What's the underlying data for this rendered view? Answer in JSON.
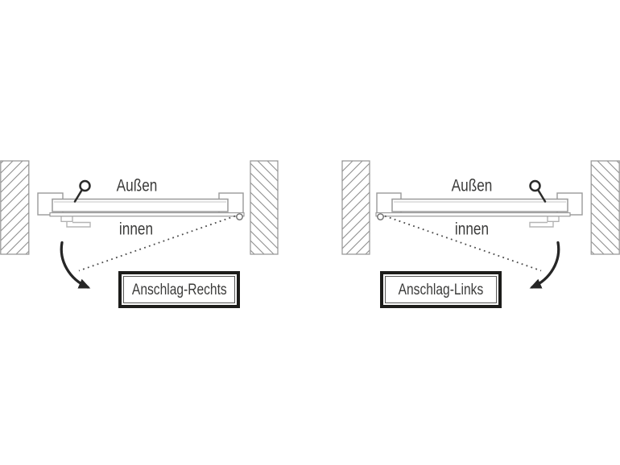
{
  "colors": {
    "background": "#ffffff",
    "outline_gray": "#9a9a9a",
    "hatch_gray": "#8f8f8f",
    "dark_line": "#262626",
    "detail_gray": "#b5b5b5",
    "dotted_line": "#4a4a4a",
    "box_border": "#1d1d1b",
    "text": "#3b3b3a"
  },
  "panels": [
    {
      "side": "right-hinged",
      "outside_label": "Außen",
      "inside_label": "innen",
      "box_label": "Anschlag-Rechts"
    },
    {
      "side": "left-hinged",
      "outside_label": "Außen",
      "inside_label": "innen",
      "box_label": "Anschlag-Links"
    }
  ],
  "icons": [
    {
      "name": "key-knob-icon"
    },
    {
      "name": "swing-arrow-icon"
    }
  ]
}
